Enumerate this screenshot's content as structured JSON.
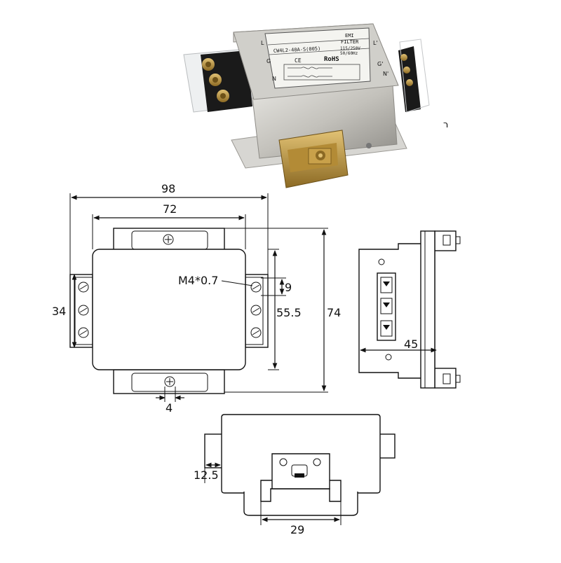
{
  "product": {
    "model": "CW4L2-40A-S(005)",
    "type_line1": "EMI",
    "type_line2": "FILTER",
    "rating_line1": "115/250V",
    "rating_line2": "50/60Hz",
    "ce_mark": "CE",
    "rohs": "RoHS",
    "terminal_left_1": "L",
    "terminal_left_2": "G",
    "terminal_left_3": "N",
    "terminal_right_1": "L'",
    "terminal_right_2": "G'",
    "terminal_right_3": "N'"
  },
  "dimensions": {
    "overall_width": "98",
    "body_width": "72",
    "screw_spec": "M4*0.7",
    "terminal_pitch": "9",
    "terminal_span": "34",
    "mount_height": "55.5",
    "overall_height": "74",
    "screw_slot": "4",
    "depth": "45",
    "terminal_offset": "12.5",
    "rail_clip_width": "29"
  },
  "colors": {
    "casing": "#c8c6c1",
    "label": "#f4f4f0",
    "terminal_block": "#1a1a1a",
    "brass": "#c9a14a",
    "line": "#111111"
  },
  "icons": {
    "screw": "screw-icon"
  }
}
